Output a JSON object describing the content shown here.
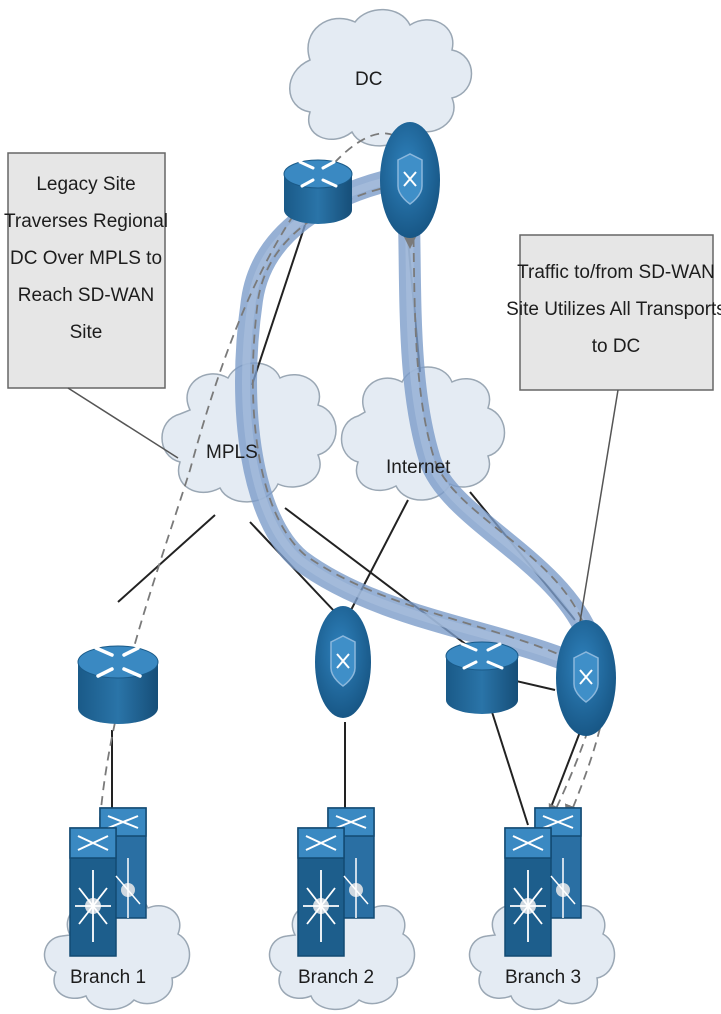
{
  "clouds": {
    "dc": "DC",
    "mpls": "MPLS",
    "internet": "Internet"
  },
  "callouts": {
    "left": [
      "Legacy Site",
      "Traverses Regional",
      "DC Over MPLS to",
      "Reach SD-WAN",
      "Site"
    ],
    "right": [
      "Traffic to/from SD-WAN",
      "Site Utilizes All Transports",
      "to DC"
    ]
  },
  "branches": {
    "branch1": "Branch 1",
    "branch2": "Branch 2",
    "branch3": "Branch 3"
  },
  "colors": {
    "device_blue": "#1d5e8c",
    "device_top": "#2f7db3",
    "cloud_fill": "#e4ebf3",
    "cloud_stroke": "#9aa7b4",
    "path_highlight": "#7c9cc9",
    "dashed_path": "#7a7a7a",
    "callout_fill": "#e6e6e6"
  },
  "icons": [
    "router-icon",
    "sdwan-edge-icon",
    "switch-stack-icon"
  ]
}
